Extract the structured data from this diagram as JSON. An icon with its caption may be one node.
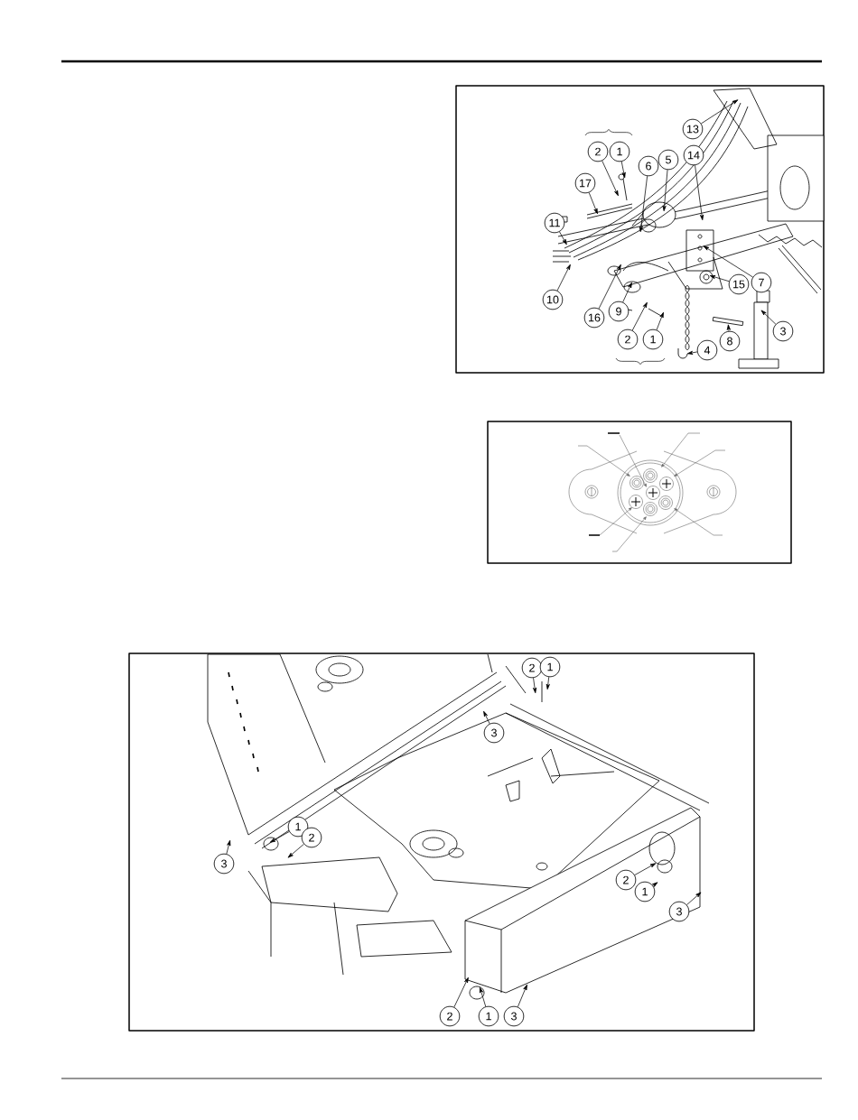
{
  "diagram": {
    "nodes": [
      {
        "text": [
          "13"
        ]
      },
      {
        "text": [
          "2"
        ]
      },
      {
        "text": [
          "1"
        ]
      },
      {
        "text": [
          "5"
        ]
      },
      {
        "text": [
          "14"
        ]
      },
      {
        "text": [
          "6"
        ]
      },
      {
        "text": [
          "17"
        ]
      },
      {
        "text": [
          "11"
        ]
      },
      {
        "text": [
          "7"
        ]
      },
      {
        "text": [
          "15"
        ]
      },
      {
        "text": [
          "10"
        ]
      },
      {
        "text": [
          "9"
        ]
      },
      {
        "text": [
          "16"
        ]
      },
      {
        "text": [
          "3"
        ]
      },
      {
        "text": [
          "2"
        ]
      },
      {
        "text": [
          "1"
        ]
      },
      {
        "text": [
          "8"
        ]
      },
      {
        "text": [
          "4"
        ]
      },
      {
        "text": [
          "2"
        ]
      },
      {
        "text": [
          "1"
        ]
      },
      {
        "text": [
          "3"
        ]
      },
      {
        "text": [
          "1"
        ]
      },
      {
        "text": [
          "2"
        ]
      },
      {
        "text": [
          "3"
        ]
      },
      {
        "text": [
          "2"
        ]
      },
      {
        "text": [
          "1"
        ]
      },
      {
        "text": [
          "3"
        ]
      },
      {
        "text": [
          "2"
        ]
      },
      {
        "text": [
          "1"
        ]
      },
      {
        "text": [
          "3"
        ]
      },
      {
        "text": [],
        "shape": "bar"
      }
    ],
    "edges": [
      {
        "from": 0,
        "to": null,
        "arrow": "to"
      },
      {
        "from": 1,
        "to": null,
        "arrow": "to"
      },
      {
        "from": 2,
        "to": null,
        "arrow": "to"
      },
      {
        "from": 3,
        "to": null,
        "arrow": "to"
      },
      {
        "from": 4,
        "to": null,
        "arrow": "to"
      },
      {
        "from": 5,
        "to": null,
        "arrow": "to"
      },
      {
        "from": 6,
        "to": null,
        "arrow": "to"
      },
      {
        "from": 7,
        "to": null,
        "arrow": "to"
      },
      {
        "from": 8,
        "to": null,
        "arrow": "to"
      },
      {
        "from": 9,
        "to": null,
        "arrow": "to"
      },
      {
        "from": 10,
        "to": null,
        "arrow": "to"
      },
      {
        "from": 11,
        "to": null,
        "arrow": "to"
      },
      {
        "from": 12,
        "to": null,
        "arrow": "to"
      },
      {
        "from": 13,
        "to": null,
        "arrow": "to"
      },
      {
        "from": 14,
        "to": null,
        "arrow": "to"
      },
      {
        "from": 15,
        "to": null,
        "arrow": "to"
      },
      {
        "from": 16,
        "to": 30,
        "arrow": "to"
      },
      {
        "from": 17,
        "to": null,
        "arrow": "to"
      },
      {
        "from": 18,
        "to": null,
        "arrow": "to"
      },
      {
        "from": 19,
        "to": null,
        "arrow": "to"
      },
      {
        "from": 20,
        "to": null,
        "arrow": "to"
      },
      {
        "from": 21,
        "to": null,
        "arrow": "to"
      },
      {
        "from": 22,
        "to": null,
        "arrow": "to"
      },
      {
        "from": 23,
        "to": null,
        "arrow": "to"
      },
      {
        "from": 24,
        "to": null,
        "arrow": "to"
      },
      {
        "from": 25,
        "to": null,
        "arrow": "to"
      },
      {
        "from": 26,
        "to": null,
        "arrow": "to"
      },
      {
        "from": 27,
        "to": null,
        "arrow": "to"
      },
      {
        "from": 28,
        "to": null,
        "arrow": "to"
      },
      {
        "from": 29,
        "to": null,
        "arrow": "to"
      }
    ]
  }
}
